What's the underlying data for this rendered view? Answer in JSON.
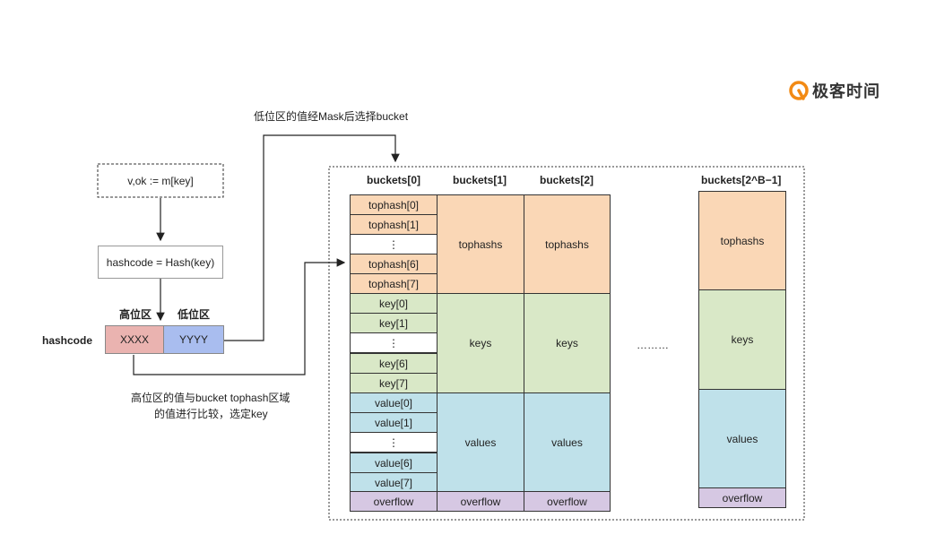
{
  "brand": {
    "name": "极客时间",
    "logo_color": "#f28a14"
  },
  "code_box": "v,ok := m[key]",
  "hash_box": "hashcode = Hash(key)",
  "hashcode_label": "hashcode",
  "high_label": "高位区",
  "low_label": "低位区",
  "high_value": "XXXX",
  "low_value": "YYYY",
  "note_top": "低位区的值经Mask后选择bucket",
  "note_bottom_1": "高位区的值与bucket tophash区域",
  "note_bottom_2": "的值进行比较，选定key",
  "bucket0": {
    "title": "buckets[0]",
    "tophash": [
      "tophash[0]",
      "tophash[1]",
      "⋮",
      "tophash[6]",
      "tophash[7]"
    ],
    "keys": [
      "key[0]",
      "key[1]",
      "⋮",
      "key[6]",
      "key[7]"
    ],
    "values": [
      "value[0]",
      "value[1]",
      "⋮",
      "value[6]",
      "value[7]"
    ],
    "overflow": "overflow"
  },
  "bucket1": {
    "title": "buckets[1]",
    "tophashs": "tophashs",
    "keys": "keys",
    "values": "values",
    "overflow": "overflow"
  },
  "bucket2": {
    "title": "buckets[2]",
    "tophashs": "tophashs",
    "keys": "keys",
    "values": "values",
    "overflow": "overflow"
  },
  "bucketN": {
    "title": "buckets[2^B−1]",
    "tophashs": "tophashs",
    "keys": "keys",
    "values": "values",
    "overflow": "overflow"
  },
  "ellipsis": "………",
  "colors": {
    "tophash": "#fad7b6",
    "keys": "#d9e8c7",
    "values": "#bfe1ea",
    "overflow": "#d6c8e3",
    "high": "#eab3b0",
    "low": "#a9bdef"
  }
}
